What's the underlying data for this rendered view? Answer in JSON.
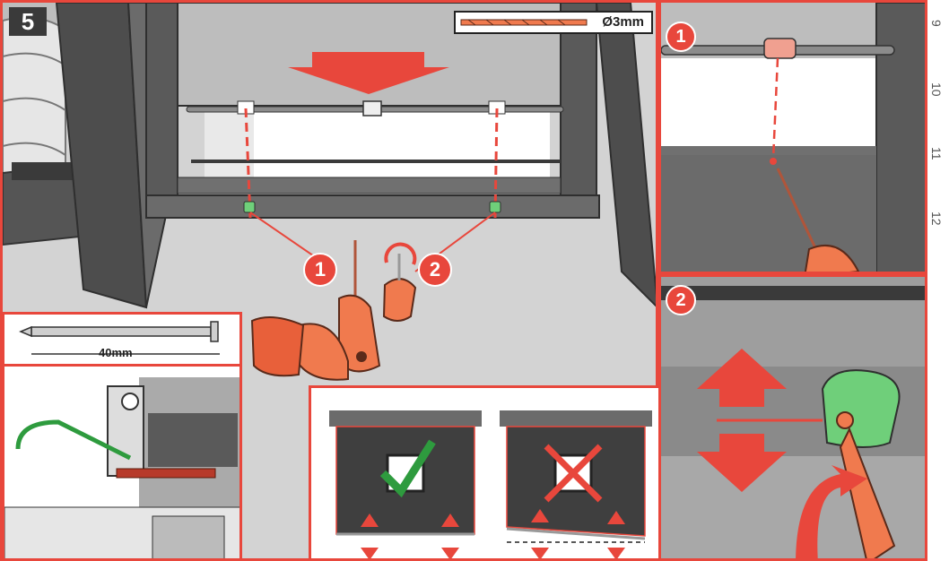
{
  "step": {
    "number": "5"
  },
  "drill_bit": {
    "label": "Ø3mm"
  },
  "main": {
    "markers": [
      {
        "label": "1"
      },
      {
        "label": "2"
      }
    ]
  },
  "detail_top": {
    "marker": "1"
  },
  "detail_bottom": {
    "marker": "2"
  },
  "screw": {
    "length_label": "40mm"
  },
  "ruler": {
    "labels": [
      "9",
      "10",
      "11",
      "12"
    ]
  },
  "colors": {
    "accent_red": "#e8473c",
    "frame_dark": "#4a4a4a",
    "wall_grey": "#cfcfcf",
    "bracket_green": "#6fcf7a",
    "drill_orange": "#f07a4e"
  }
}
